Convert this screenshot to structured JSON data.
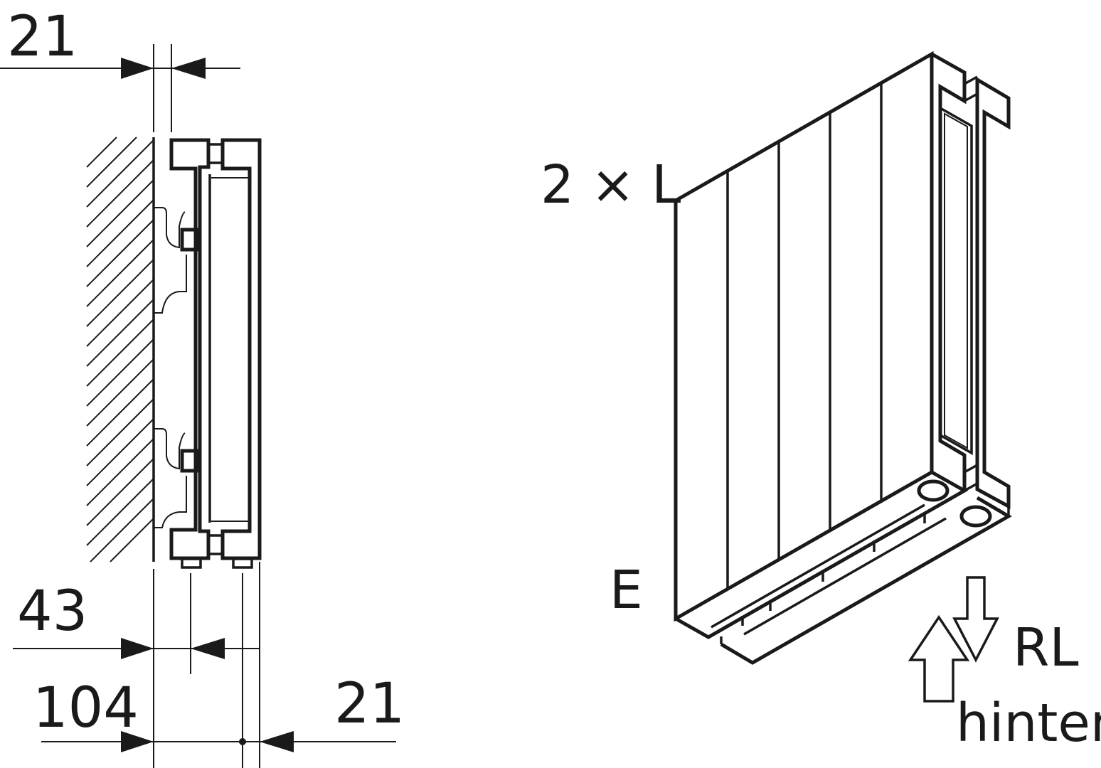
{
  "side_view": {
    "dimensions": {
      "top_gap": "21",
      "wall_offset": "43",
      "total_depth": "104",
      "bottom_right": "21"
    }
  },
  "iso_view": {
    "length_label": "2 × L",
    "end_label": "E",
    "return_label": "RL",
    "rear_label": "hinten"
  },
  "colors": {
    "line": "#1a1a1a",
    "background": "#ffffff"
  }
}
